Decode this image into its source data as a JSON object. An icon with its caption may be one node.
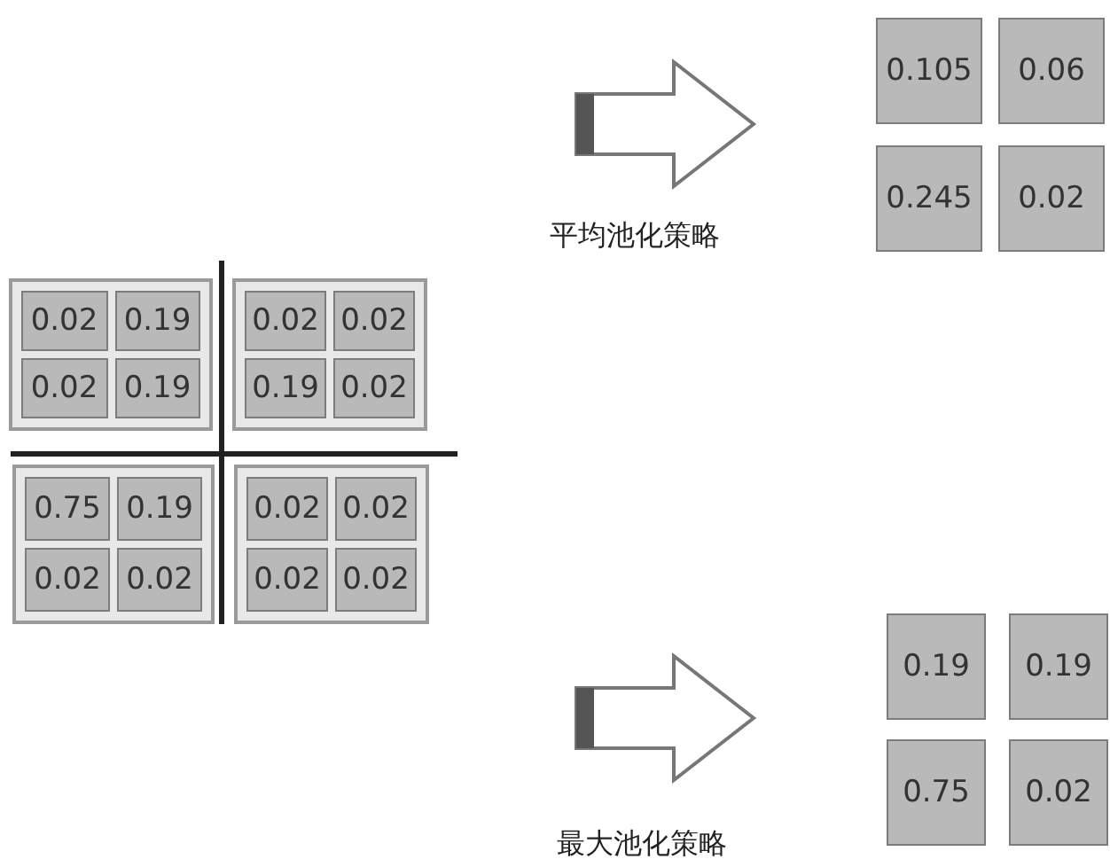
{
  "diagram": {
    "nodes": [
      {
        "text": [
          "0.105"
        ]
      },
      {
        "text": [
          "0.06"
        ]
      },
      {
        "text": [
          "0.245"
        ]
      },
      {
        "text": [
          "0.02"
        ]
      },
      {
        "text": [],
        "shape": "box"
      },
      {
        "text": [
          "0.02"
        ],
        "in": 4
      },
      {
        "text": [
          "0.19"
        ],
        "in": 4
      },
      {
        "text": [
          "0.02"
        ],
        "in": 4
      },
      {
        "text": [
          "0.19"
        ],
        "in": 4
      },
      {
        "text": [],
        "shape": "box"
      },
      {
        "text": [
          "0.02"
        ],
        "in": 9
      },
      {
        "text": [
          "0.02"
        ],
        "in": 9
      },
      {
        "text": [
          "0.19"
        ],
        "in": 9
      },
      {
        "text": [
          "0.02"
        ],
        "in": 9
      },
      {
        "text": [],
        "shape": "box"
      },
      {
        "text": [
          "0.75"
        ],
        "in": 14
      },
      {
        "text": [
          "0.19"
        ],
        "in": 14
      },
      {
        "text": [
          "0.02"
        ],
        "in": 14
      },
      {
        "text": [
          "0.02"
        ],
        "in": 14
      },
      {
        "text": [],
        "shape": "box"
      },
      {
        "text": [
          "0.02"
        ],
        "in": 19
      },
      {
        "text": [
          "0.02"
        ],
        "in": 19
      },
      {
        "text": [
          "0.02"
        ],
        "in": 19
      },
      {
        "text": [
          "0.02"
        ],
        "in": 19
      },
      {
        "text": [
          "0.19"
        ]
      },
      {
        "text": [
          "0.19"
        ]
      },
      {
        "text": [
          "0.75"
        ]
      },
      {
        "text": [
          "0.02"
        ]
      }
    ],
    "labels": [
      "平均池化策略",
      "最大池化策略"
    ]
  }
}
